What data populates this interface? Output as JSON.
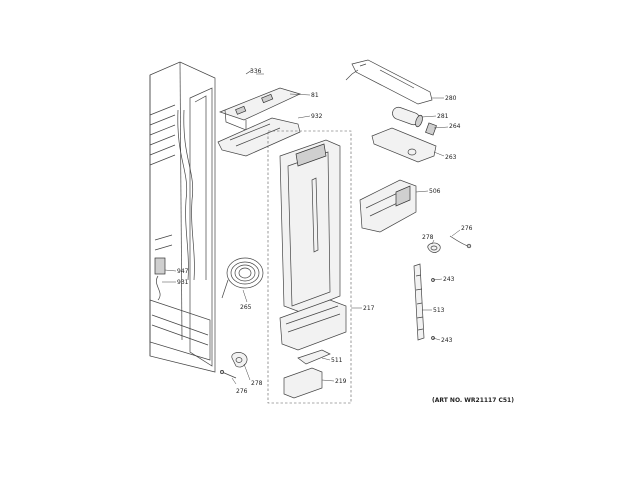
{
  "labels": {
    "p336": "336",
    "p81": "81",
    "p932": "932",
    "p280": "280",
    "p281": "281",
    "p264": "264",
    "p263": "263",
    "p506": "506",
    "p276a": "276",
    "p278a": "278",
    "p243a": "243",
    "p513": "513",
    "p243b": "243",
    "p947": "947",
    "p931": "931",
    "p265": "265",
    "p217": "217",
    "p511": "511",
    "p219": "219",
    "p278b": "278",
    "p276b": "276"
  },
  "art_number": "(ART NO. WR21117 C51)"
}
